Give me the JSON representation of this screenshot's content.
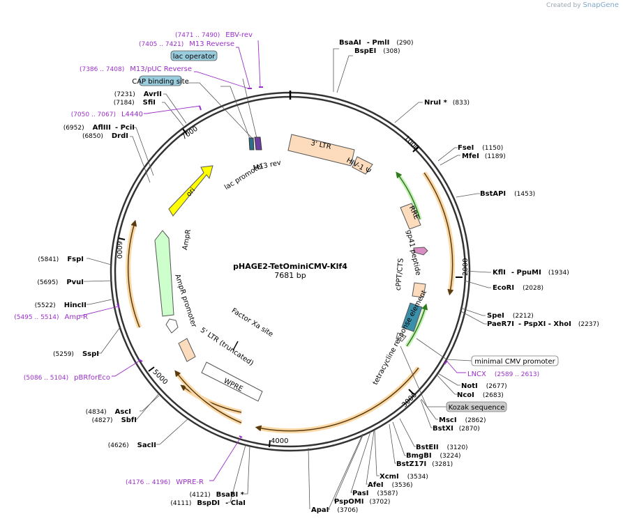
{
  "brand": {
    "created_by": "Created by",
    "name": "SnapGene"
  },
  "plasmid": {
    "name": "pHAGE2-TetOminiCMV-Klf4",
    "length_label": "7681 bp",
    "length": 7681
  },
  "ticks": [
    "1000",
    "2000",
    "3000",
    "4000",
    "5000",
    "6000",
    "7000"
  ],
  "colors": {
    "backbone": "#333333",
    "ltr": "#fcdcbc",
    "ori": "#ffff00",
    "ampr": "#ccffcc",
    "orf": "#f7a92f",
    "green_arrow": "#2f9a1f",
    "primer": "#9a2fc9",
    "box_blue": "#99ccdd",
    "box_gray": "#cccccc"
  },
  "enzymes": [
    {
      "name": "BsaAI",
      "extra": "- PmlI",
      "pos": "(290)"
    },
    {
      "name": "BspEI",
      "extra": "",
      "pos": "(308)"
    },
    {
      "name": "NruI *",
      "extra": "",
      "pos": "(833)"
    },
    {
      "name": "FseI",
      "extra": "",
      "pos": "(1150)"
    },
    {
      "name": "MfeI",
      "extra": "",
      "pos": "(1189)"
    },
    {
      "name": "BstAPI",
      "extra": "",
      "pos": "(1453)"
    },
    {
      "name": "KflI",
      "extra": "- PpuMI",
      "pos": "(1934)"
    },
    {
      "name": "EcoRI",
      "extra": "",
      "pos": "(2028)"
    },
    {
      "name": "SpeI",
      "extra": "",
      "pos": "(2212)"
    },
    {
      "name": "PaeR7I",
      "extra": "- PspXI  - XhoI",
      "pos": "(2237)"
    },
    {
      "name": "NotI",
      "extra": "",
      "pos": "(2677)"
    },
    {
      "name": "NcoI",
      "extra": "",
      "pos": "(2683)"
    },
    {
      "name": "MscI",
      "extra": "",
      "pos": "(2862)"
    },
    {
      "name": "BstXI",
      "extra": "",
      "pos": "(2870)"
    },
    {
      "name": "BstEII",
      "extra": "",
      "pos": "(3120)"
    },
    {
      "name": "BmgBI",
      "extra": "",
      "pos": "(3224)"
    },
    {
      "name": "BstZ17I",
      "extra": "",
      "pos": "(3281)"
    },
    {
      "name": "XcmI",
      "extra": "",
      "pos": "(3534)"
    },
    {
      "name": "AfeI",
      "extra": "",
      "pos": "(3536)"
    },
    {
      "name": "PasI",
      "extra": "",
      "pos": "(3587)"
    },
    {
      "name": "PspOMI",
      "extra": "",
      "pos": "(3702)"
    },
    {
      "name": "ApaI",
      "extra": "",
      "pos": "(3706)"
    },
    {
      "name": "BsaBI *",
      "extra": "",
      "pos": "(4121)"
    },
    {
      "name": "BspDI",
      "extra": "- ClaI",
      "pos": "(4111)"
    },
    {
      "name": "SacII",
      "extra": "",
      "pos": "(4626)"
    },
    {
      "name": "AscI",
      "extra": "",
      "pos": "(4834)"
    },
    {
      "name": "SbfI",
      "extra": "",
      "pos": "(4827)"
    },
    {
      "name": "SspI",
      "extra": "",
      "pos": "(5259)"
    },
    {
      "name": "HincII",
      "extra": "",
      "pos": "(5522)"
    },
    {
      "name": "PvuI",
      "extra": "",
      "pos": "(5695)"
    },
    {
      "name": "FspI",
      "extra": "",
      "pos": "(5841)"
    },
    {
      "name": "DrdI",
      "extra": "",
      "pos": "(6850)"
    },
    {
      "name": "AflIII",
      "extra": "- PciI",
      "pos": "(6952)"
    },
    {
      "name": "SfiI",
      "extra": "",
      "pos": "(7184)"
    },
    {
      "name": "AvrII",
      "extra": "",
      "pos": "(7231)"
    }
  ],
  "primers": [
    {
      "name": "EBV-rev",
      "pos": "(7471 .. 7490)"
    },
    {
      "name": "M13 Reverse",
      "pos": "(7405 .. 7421)"
    },
    {
      "name": "M13/pUC Reverse",
      "pos": "(7386 .. 7408)"
    },
    {
      "name": "L4440",
      "pos": "(7050 .. 7067)"
    },
    {
      "name": "LNCX",
      "pos": "(2589 .. 2613)"
    },
    {
      "name": "Amp-R",
      "pos": "(5495 .. 5514)"
    },
    {
      "name": "pBRforEco",
      "pos": "(5086 .. 5104)"
    },
    {
      "name": "WPRE-R",
      "pos": "(4176 .. 4196)"
    }
  ],
  "boxes": [
    {
      "name": "lac operator"
    },
    {
      "name": "CAP binding site"
    },
    {
      "name": "minimal CMV promoter"
    },
    {
      "name": "Kozak sequence"
    }
  ],
  "features": [
    {
      "name": "3' LTR"
    },
    {
      "name": "HIV-1 Ψ"
    },
    {
      "name": "RRE"
    },
    {
      "name": "gp41 peptide"
    },
    {
      "name": "cPPT/CTS"
    },
    {
      "name": "tetracycline response element"
    },
    {
      "name": "M13 rev"
    },
    {
      "name": "lac promoter"
    },
    {
      "name": "ori"
    },
    {
      "name": "AmpR"
    },
    {
      "name": "AmpR promoter"
    },
    {
      "name": "Factor Xa site"
    },
    {
      "name": "5' LTR (truncated)"
    },
    {
      "name": "WPRE"
    }
  ]
}
